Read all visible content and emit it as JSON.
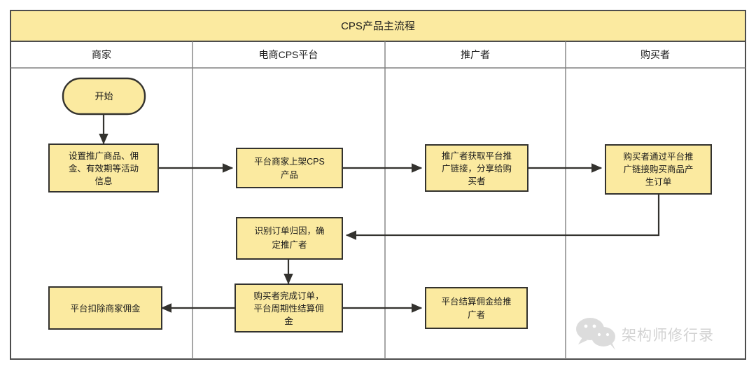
{
  "diagram": {
    "title": "CPS产品主流程",
    "lanes": [
      {
        "id": "merchant",
        "label": "商家"
      },
      {
        "id": "platform",
        "label": "电商CPS平台"
      },
      {
        "id": "promoter",
        "label": "推广者"
      },
      {
        "id": "buyer",
        "label": "购买者"
      }
    ],
    "nodes": [
      {
        "id": "start",
        "shape": "terminator",
        "lane": "merchant",
        "text": "开始"
      },
      {
        "id": "setup",
        "shape": "process",
        "lane": "merchant",
        "lines": [
          "设置推广商品、佣",
          "金、有效期等活动",
          "信息"
        ]
      },
      {
        "id": "listing",
        "shape": "process",
        "lane": "platform",
        "lines": [
          "平台商家上架CPS",
          "产品"
        ]
      },
      {
        "id": "attribution",
        "shape": "process",
        "lane": "platform",
        "lines": [
          "识别订单归因，确",
          "定推广者"
        ]
      },
      {
        "id": "settlement",
        "shape": "process",
        "lane": "platform",
        "lines": [
          "购买者完成订单，",
          "平台周期性结算佣",
          "金"
        ]
      },
      {
        "id": "getlink",
        "shape": "process",
        "lane": "promoter",
        "lines": [
          "推广者获取平台推",
          "广链接，分享给购",
          "买者"
        ]
      },
      {
        "id": "payout",
        "shape": "process",
        "lane": "promoter",
        "lines": [
          "平台结算佣金给推",
          "广者"
        ]
      },
      {
        "id": "order",
        "shape": "process",
        "lane": "buyer",
        "lines": [
          "购买者通过平台推",
          "广链接购买商品产",
          "生订单"
        ]
      },
      {
        "id": "deduct",
        "shape": "process",
        "lane": "merchant",
        "lines": [
          "平台扣除商家佣金"
        ]
      }
    ],
    "edges": [
      {
        "from": "start",
        "to": "setup"
      },
      {
        "from": "setup",
        "to": "listing"
      },
      {
        "from": "listing",
        "to": "getlink"
      },
      {
        "from": "getlink",
        "to": "order"
      },
      {
        "from": "order",
        "to": "attribution"
      },
      {
        "from": "attribution",
        "to": "settlement"
      },
      {
        "from": "settlement",
        "to": "deduct"
      },
      {
        "from": "settlement",
        "to": "payout"
      }
    ],
    "colors": {
      "node_fill": "#fbeaa0",
      "node_stroke": "#33322e",
      "frame_stroke": "#4d4d4d",
      "lane_stroke": "#808080",
      "title_fill": "#fbeaa0",
      "watermark": "#d2d2d2"
    }
  },
  "watermark": {
    "text": "架构师修行录",
    "icon": "wechat-icon"
  }
}
